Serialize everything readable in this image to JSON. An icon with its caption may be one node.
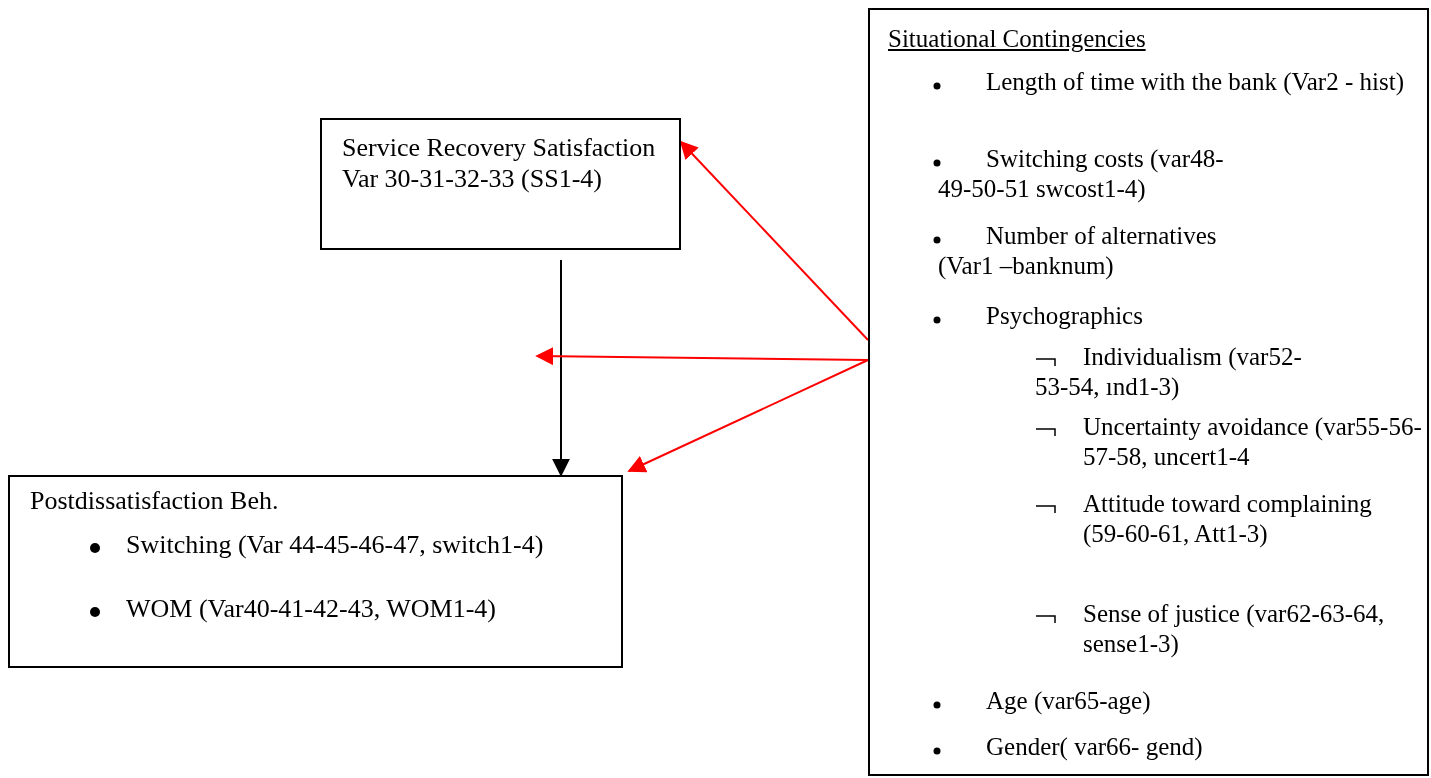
{
  "diagram": {
    "nodes": [
      {
        "text": [
          "Service Recovery Satisfaction Var 30-31-32-33 (SS1-4)"
        ]
      },
      {
        "text": [
          "Postdissatisfaction Beh.",
          "Switching (Var 44-45-46-47, switch1-4)",
          "WOM (Var40-41-42-43, WOM1-4)"
        ]
      },
      {
        "text": [
          "Situational Contingencies",
          "Length of time with the bank (Var2 - hist)",
          "Switching costs (var48-49-50-51 swcost1-4)",
          "Number of alternatives (Var1 –banknum)",
          "Psychographics",
          "Individualism (var52-53-54, ınd1-3)",
          "Uncertainty avoidance (var55-56-57-58, uncert1-4",
          "Attitude toward complaining (59-60-61, Att1-3)",
          "Sense of justice (var62-63-64, sense1-3)",
          "Age (var65-age)",
          "Gender( var66- gend)"
        ]
      }
    ],
    "edges": [
      {
        "from": 0,
        "to": 1,
        "arrow": "to",
        "color": "#000000"
      },
      {
        "from": 2,
        "to": 0,
        "arrow": "to",
        "color": "#ff0000"
      },
      {
        "from": 2,
        "to": null,
        "arrow": "to",
        "color": "#ff0000"
      },
      {
        "from": 2,
        "to": 1,
        "arrow": "to",
        "color": "#ff0000"
      }
    ]
  }
}
